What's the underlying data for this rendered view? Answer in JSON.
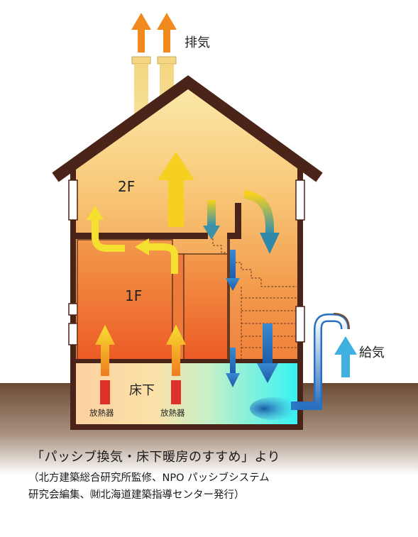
{
  "labels": {
    "exhaust": "排気",
    "supply": "給気",
    "floor2": "2F",
    "floor1": "1F",
    "underfloor": "床下",
    "radiator_left": "放熱器",
    "radiator_right": "放熱器"
  },
  "caption": {
    "title": "「パッシブ換気・床下暖房のすすめ」より",
    "line1": "（北方建築総合研究所監修、NPO パッシブシステム",
    "line2": "研究会編集、㈶北海道建築指導センター発行）"
  },
  "colors": {
    "roof": "#4a2418",
    "ground": "#6b4a35",
    "warm_arrow": "#f5c400",
    "hot_arrow": "#f08a1e",
    "cool_arrow": "#1f6fb5",
    "fresh_air": "#3fb0e0",
    "radiator": "#e0302a",
    "underfloor_cool": "#38f0f0"
  }
}
